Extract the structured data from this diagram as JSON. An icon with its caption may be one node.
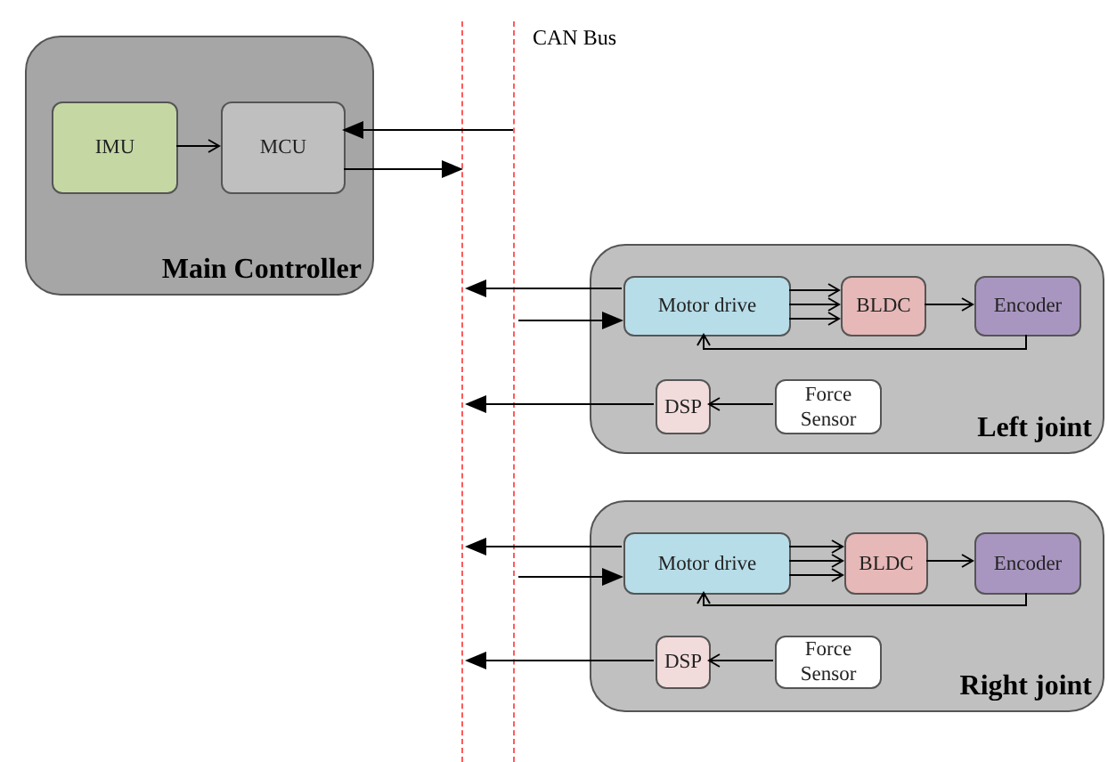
{
  "diagram": {
    "nodes": [
      {
        "text": [
          "Main Controller"
        ]
      },
      {
        "text": [
          "IMU"
        ],
        "in": 0
      },
      {
        "text": [
          "MCU"
        ],
        "in": 0
      },
      {
        "text": [],
        "shape": "bar"
      },
      {
        "text": [],
        "shape": "bar",
        "beside": [
          "CAN Bus"
        ]
      },
      {
        "text": [
          "Left joint"
        ]
      },
      {
        "text": [
          "Motor drive"
        ],
        "in": 5
      },
      {
        "text": [
          "BLDC"
        ],
        "in": 5
      },
      {
        "text": [
          "Encoder"
        ],
        "in": 5
      },
      {
        "text": [
          "DSP"
        ],
        "in": 5
      },
      {
        "text": [
          "Force Sensor"
        ],
        "in": 5
      },
      {
        "text": [
          "Right joint"
        ]
      },
      {
        "text": [
          "Motor drive"
        ],
        "in": 11
      },
      {
        "text": [
          "BLDC"
        ],
        "in": 11
      },
      {
        "text": [
          "Encoder"
        ],
        "in": 11
      },
      {
        "text": [
          "DSP"
        ],
        "in": 11
      },
      {
        "text": [
          "Force Sensor"
        ],
        "in": 11
      }
    ],
    "edges": [
      {
        "from": 1,
        "to": 2,
        "arrow": "to"
      },
      {
        "from": 4,
        "to": 2,
        "arrow": "to"
      },
      {
        "from": 2,
        "to": 3,
        "arrow": "to"
      },
      {
        "from": 6,
        "to": 3,
        "arrow": "to"
      },
      {
        "from": 4,
        "to": 6,
        "arrow": "to"
      },
      {
        "from": 6,
        "to": 7,
        "arrow": "to"
      },
      {
        "from": 6,
        "to": 7,
        "arrow": "to"
      },
      {
        "from": 6,
        "to": 7,
        "arrow": "to"
      },
      {
        "from": 7,
        "to": 8,
        "arrow": "to"
      },
      {
        "from": 8,
        "to": 6,
        "arrow": "to"
      },
      {
        "from": 10,
        "to": 9,
        "arrow": "to"
      },
      {
        "from": 9,
        "to": 3,
        "arrow": "to"
      },
      {
        "from": 12,
        "to": 3,
        "arrow": "to"
      },
      {
        "from": 4,
        "to": 12,
        "arrow": "to"
      },
      {
        "from": 12,
        "to": 13,
        "arrow": "to"
      },
      {
        "from": 12,
        "to": 13,
        "arrow": "to"
      },
      {
        "from": 12,
        "to": 13,
        "arrow": "to"
      },
      {
        "from": 13,
        "to": 14,
        "arrow": "to"
      },
      {
        "from": 14,
        "to": 12,
        "arrow": "to"
      },
      {
        "from": 16,
        "to": 15,
        "arrow": "to"
      },
      {
        "from": 15,
        "to": 3,
        "arrow": "to"
      }
    ]
  }
}
